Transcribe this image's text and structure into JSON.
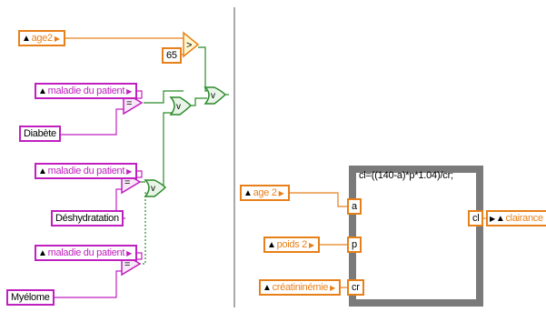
{
  "left_diagram": {
    "age_control": "age2",
    "age_threshold": "65",
    "disease_control_1": "maladie du patient",
    "diabetes_const": "Diabète",
    "disease_control_2": "maladie du patient",
    "dehydration_const": "Déshydratation",
    "disease_control_3": "maladie du patient",
    "myeloma_const": "Myélome",
    "gt_symbol": ">",
    "eq_symbol": "=",
    "or_symbol": "v"
  },
  "right_diagram": {
    "age_control": "age 2",
    "weight_control": "poids 2",
    "creatinine_control": "créatininémie",
    "formula": "cl=((140-a)*p*1.04)/cr;",
    "input_a": "a",
    "input_p": "p",
    "input_cr": "cr",
    "output_cl": "cl",
    "output_indicator": "clairance"
  },
  "colors": {
    "numeric_wire": "#e8801a",
    "string_wire": "#c020c0",
    "boolean_wire": "#2a8a2a",
    "structure_border": "#7a7a7a"
  }
}
